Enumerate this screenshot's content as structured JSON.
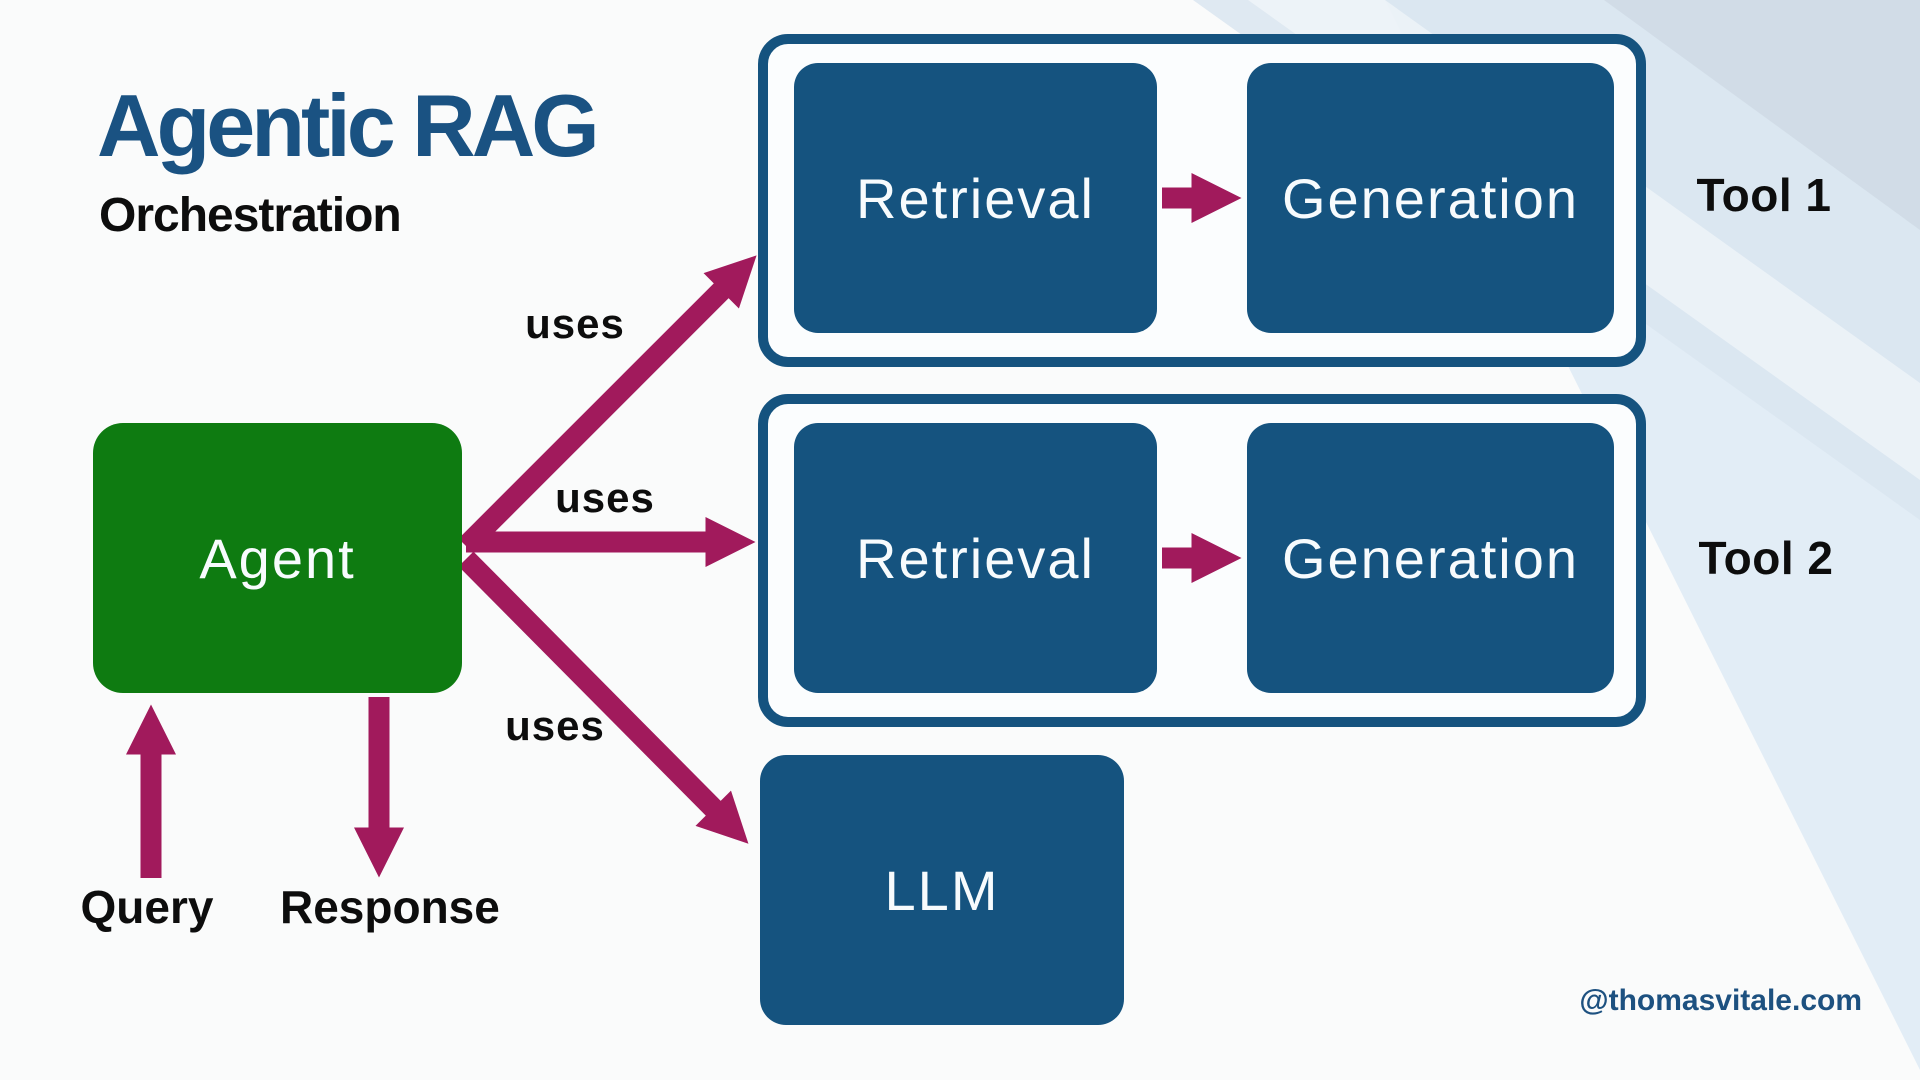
{
  "slide": {
    "title": "Agentic RAG",
    "subtitle": "Orchestration",
    "watermark": "@thomasvitale.com"
  },
  "agent": {
    "label": "Agent"
  },
  "llm": {
    "label": "LLM"
  },
  "tools": [
    {
      "name": "Tool 1",
      "boxes": [
        "Retrieval",
        "Generation"
      ]
    },
    {
      "name": "Tool 2",
      "boxes": [
        "Retrieval",
        "Generation"
      ]
    }
  ],
  "edges": {
    "uses_labels": [
      "uses",
      "uses",
      "uses"
    ],
    "query_label": "Query",
    "response_label": "Response"
  },
  "colors": {
    "agent_green": "#0e7b11",
    "box_blue": "#15537f",
    "arrow_magenta": "#a11a5c",
    "title_blue": "#1a5282",
    "label_black": "#0d0d0d",
    "corner_light_blue": "#dde9f4",
    "background": "#fafbfb"
  }
}
